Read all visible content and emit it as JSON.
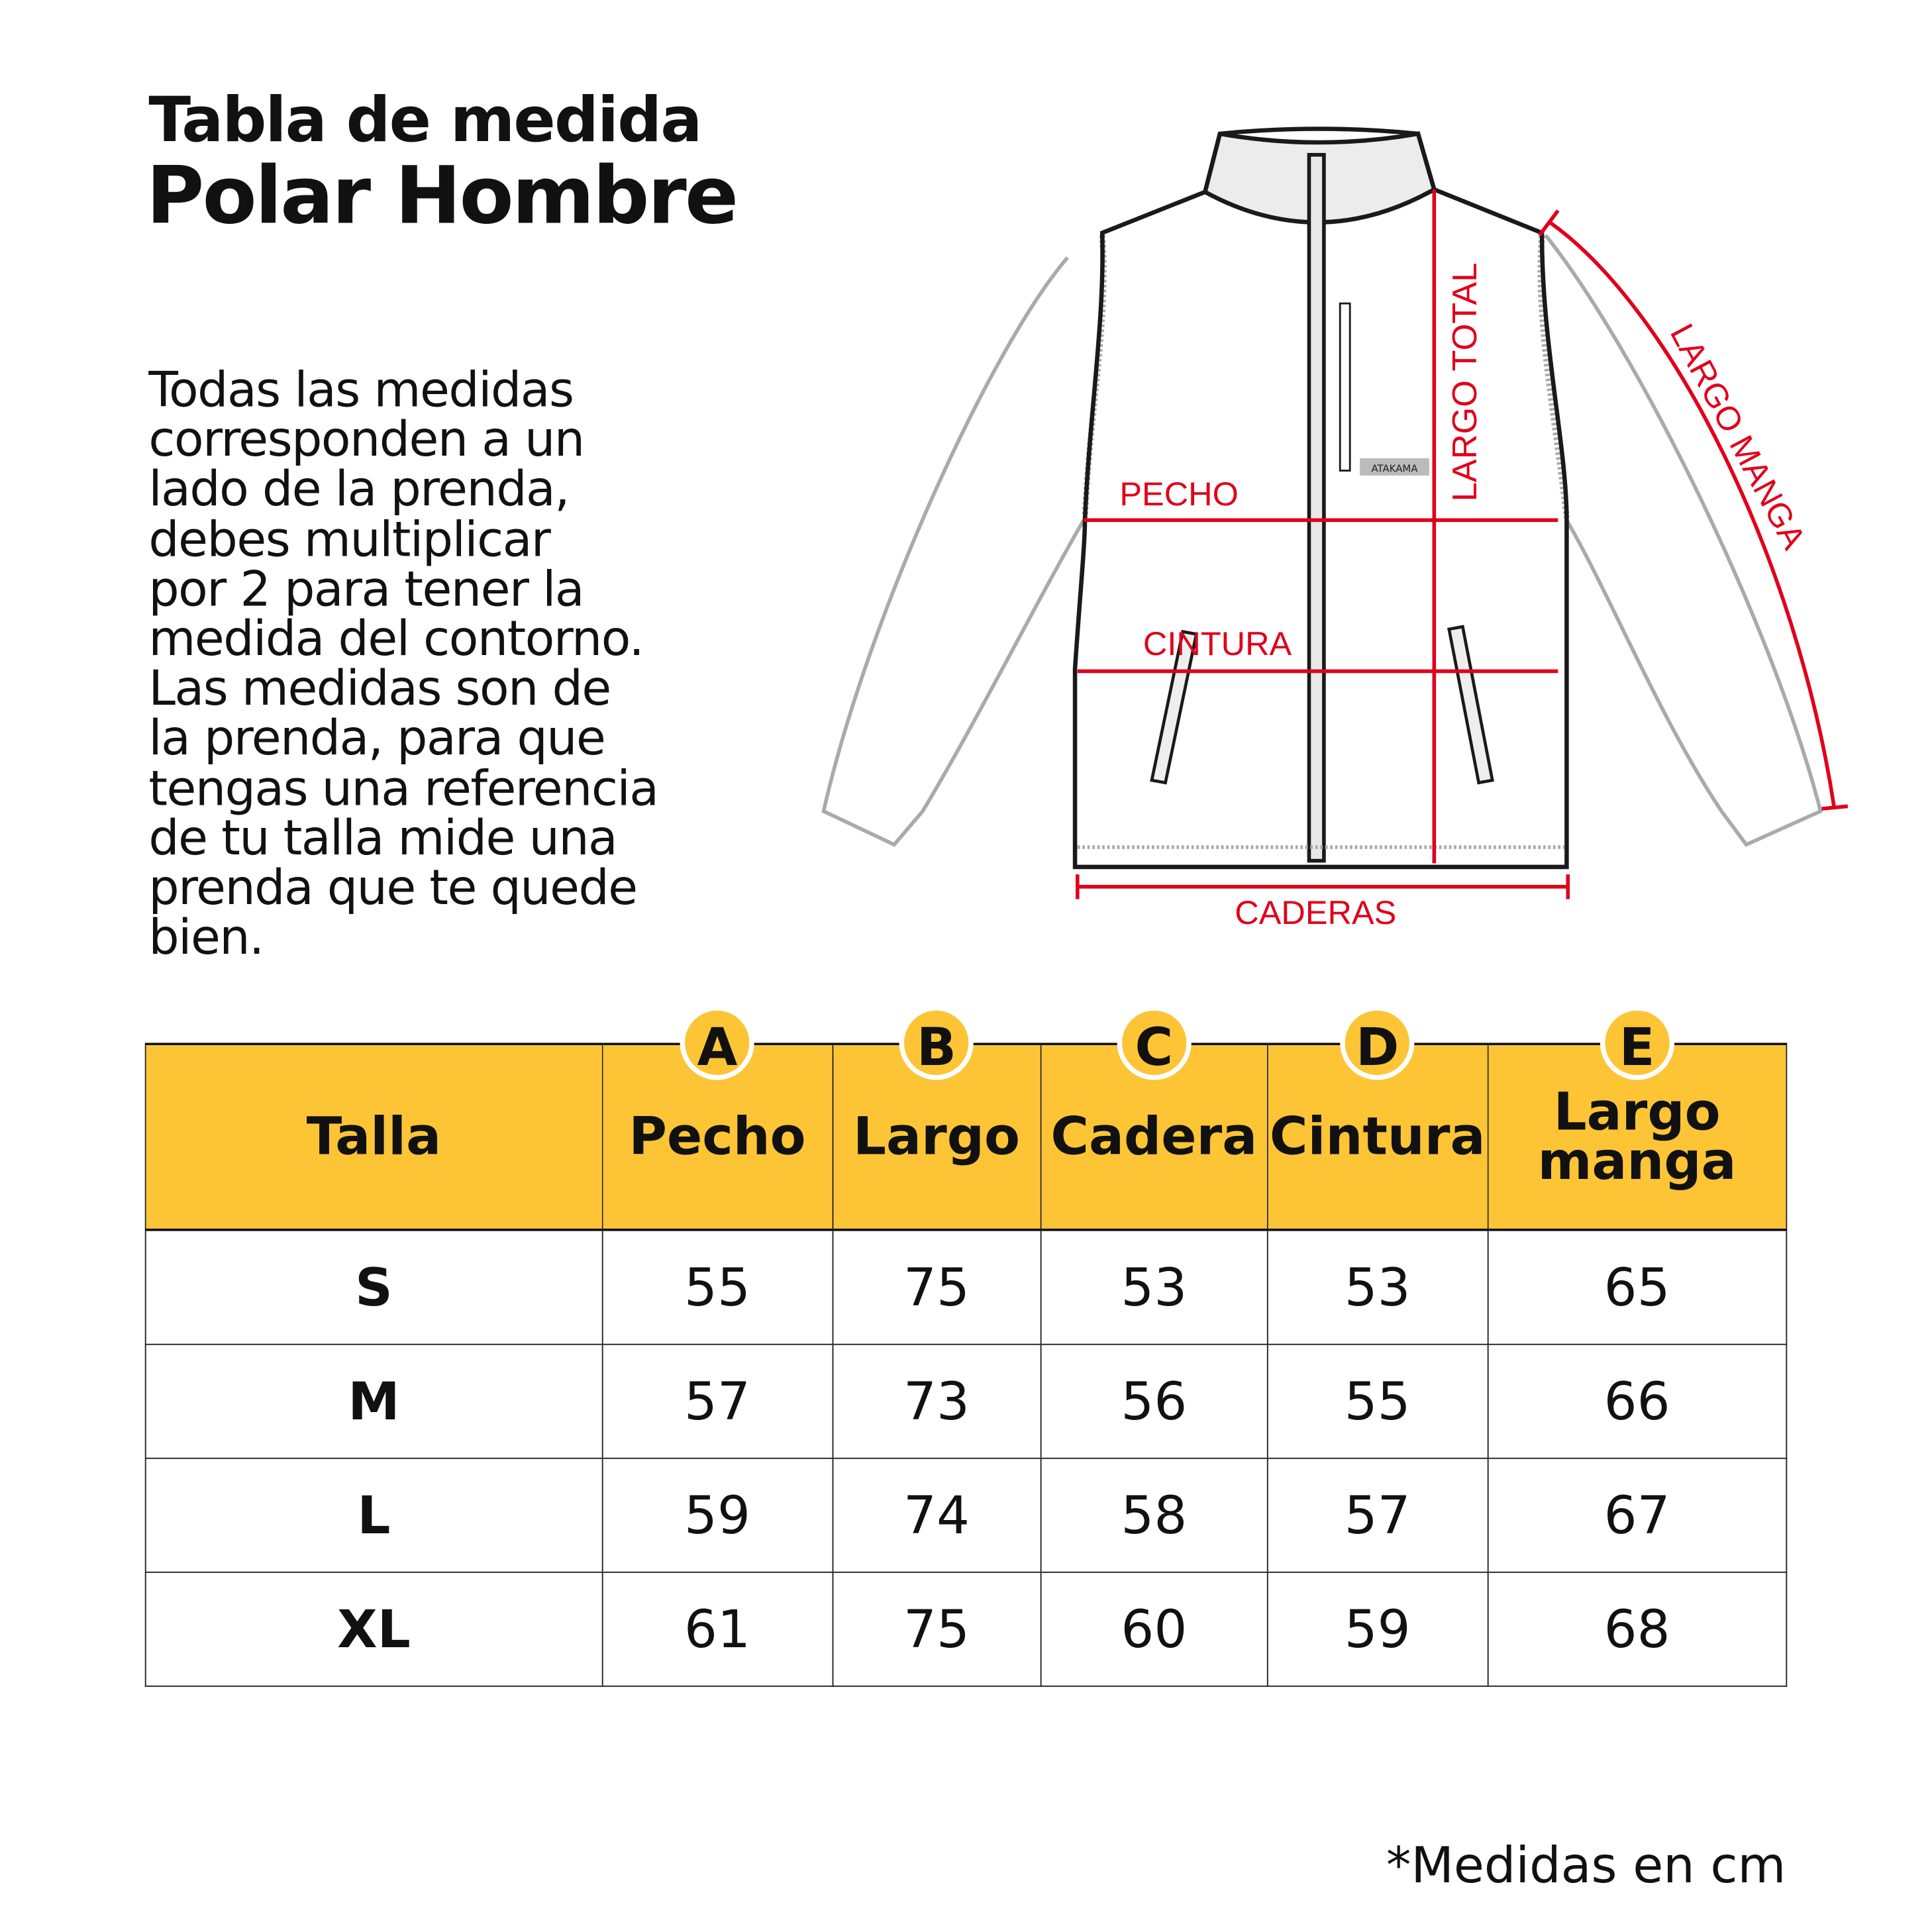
{
  "title": {
    "line1": "Tabla de medida",
    "line2": "Polar Hombre"
  },
  "description": "Todas las medidas\ncorresponden a un\nlado de la prenda,\ndebes multiplicar\npor 2 para tener la\nmedida del contorno.\nLas medidas son de\nla prenda, para que\ntengas una referencia\nde tu talla mide una\nprenda que te quede\nbien.",
  "diagram": {
    "labels": {
      "pecho": "PECHO",
      "cintura": "CINTURA",
      "largo_total": "LARGO TOTAL",
      "caderas": "CADERAS",
      "largo_manga": "LARGO MANGA"
    },
    "brand": "ATAKAMA",
    "measure_color": "#E0001B"
  },
  "table": {
    "header_color": "#FDC436",
    "columns": [
      {
        "badge": "",
        "label": "Talla"
      },
      {
        "badge": "A",
        "label": "Pecho"
      },
      {
        "badge": "B",
        "label": "Largo"
      },
      {
        "badge": "C",
        "label": "Cadera"
      },
      {
        "badge": "D",
        "label": "Cintura"
      },
      {
        "badge": "E",
        "label": "Largo manga"
      }
    ],
    "rows": [
      [
        "S",
        "55",
        "75",
        "53",
        "53",
        "65"
      ],
      [
        "M",
        "57",
        "73",
        "56",
        "55",
        "66"
      ],
      [
        "L",
        "59",
        "74",
        "58",
        "57",
        "67"
      ],
      [
        "XL",
        "61",
        "75",
        "60",
        "59",
        "68"
      ]
    ]
  },
  "footnote": "*Medidas en cm"
}
